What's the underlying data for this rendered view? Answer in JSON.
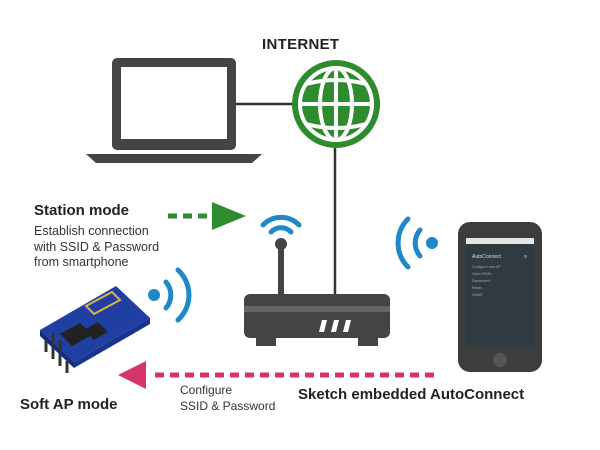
{
  "labels": {
    "internet": "INTERNET",
    "station_title": "Station mode",
    "station_desc": [
      "Establish connection",
      "with SSID & Password",
      "from smartphone"
    ],
    "softap_title": "Soft AP mode",
    "configure": [
      "Configure",
      "SSID & Password"
    ],
    "sketch": "Sketch embedded AutoConnect"
  },
  "phone_screen": {
    "title": "AutoConnect",
    "close": "≡",
    "items": [
      "Configure new AP",
      "Open SSIDs",
      "Disconnect",
      "Reset...",
      "HOME"
    ]
  },
  "colors": {
    "globe": "#2e8b2e",
    "station_arrow": "#2e8b2e",
    "softap_arrow": "#d6336c",
    "wifi": "#1e88c8",
    "device": "#444444",
    "phone_screen": "#2f3b40",
    "esp_board": "#1f3fa3"
  },
  "icons": [
    "laptop-icon",
    "globe-icon",
    "router-icon",
    "smartphone-icon",
    "esp-module-icon",
    "wifi-signal-icon"
  ]
}
